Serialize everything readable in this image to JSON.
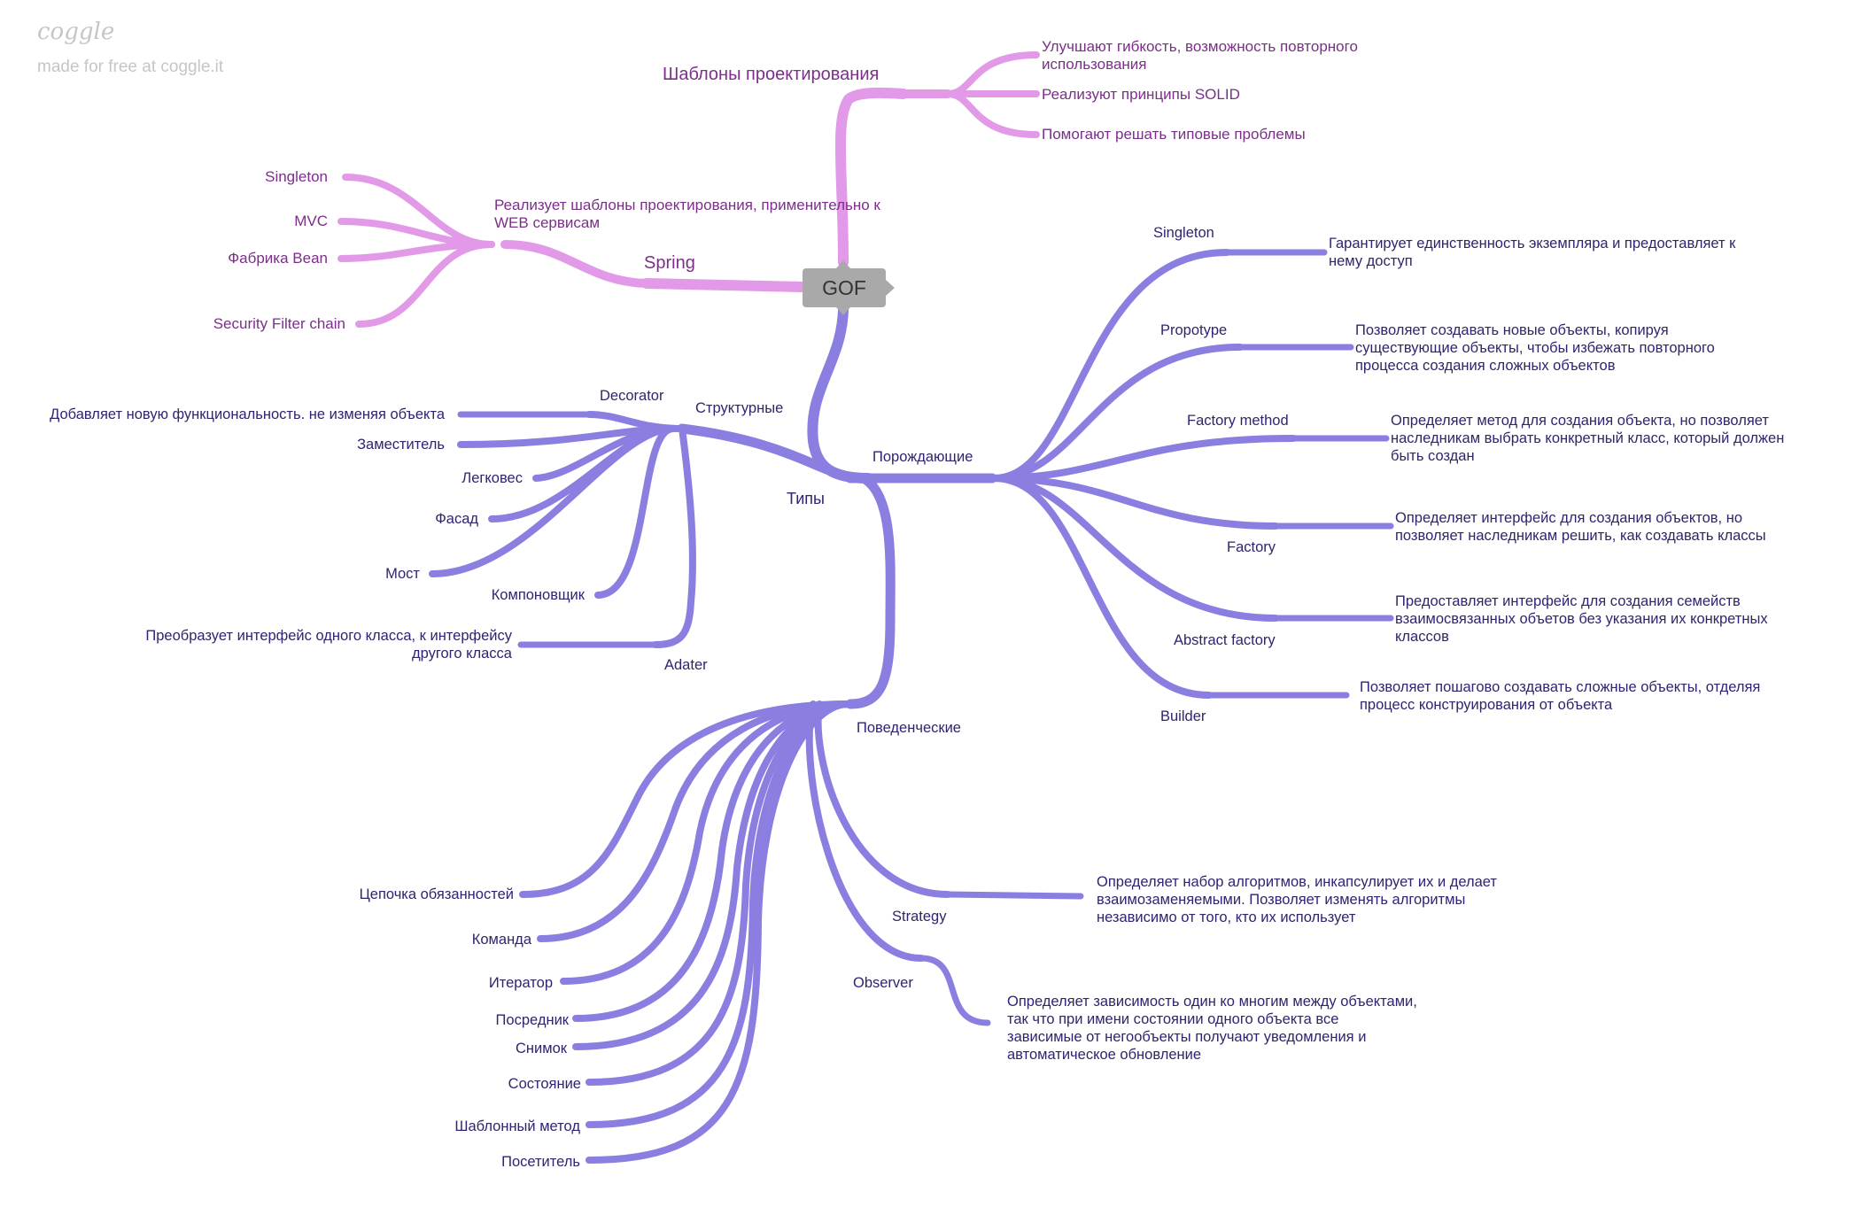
{
  "watermark": {
    "logo": "coggle",
    "note": "made for free at coggle.it"
  },
  "colors": {
    "pink": "#e29ae8",
    "blue": "#8a7fe0",
    "root_fill": "#a9a9a9",
    "pink_text": "#7b2f8a",
    "blue_text": "#2f2470"
  },
  "root": {
    "label": "GOF"
  },
  "patterns": {
    "label": "Шаблоны проектирования",
    "items": [
      "Улучшают гибкость, возможность повторного использования",
      "Реализуют принципы SOLID",
      "Помогают решать типовые проблемы"
    ]
  },
  "spring": {
    "label": "Spring",
    "description": "Реализует шаблоны проектирования, применительно к WEB сервисам",
    "items": [
      "Singleton",
      "MVC",
      "Фабрика Bean",
      "Security Filter chain"
    ]
  },
  "types": {
    "label": "Типы",
    "structural": {
      "label": "Структурные",
      "items": [
        {
          "name": "Decorator",
          "desc": "Добавляет новую функциональность. не изменяя объекта"
        },
        {
          "name": "Заместитель"
        },
        {
          "name": "Легковес"
        },
        {
          "name": "Фасад"
        },
        {
          "name": "Мост"
        },
        {
          "name": "Компоновщик"
        },
        {
          "name": "Adater",
          "desc": "Преобразует интерфейс одного класса, к интерфейсу другого класса"
        }
      ]
    },
    "creational": {
      "label": "Порождающие",
      "items": [
        {
          "name": "Singleton",
          "desc": "Гарантирует единственность экземпляра и предоставляет к нему доступ"
        },
        {
          "name": "Propotype",
          "desc": "Позволяет создавать новые объекты, копируя существующие объекты, чтобы избежать повторного процесса создания сложных объектов"
        },
        {
          "name": "Factory method",
          "desc": "Определяет метод для создания объекта, но позволяет наследникам выбрать конкретный класс, который должен быть создан"
        },
        {
          "name": "Factory",
          "desc": "Определяет интерфейс для создания объектов, но позволяет наследникам решить, как создавать классы"
        },
        {
          "name": "Abstract factory",
          "desc": "Предоставляет интерфейс для создания семейств взаимосвязанных объетов без указания их конкретных классов"
        },
        {
          "name": "Builder",
          "desc": "Позволяет пошагово создавать сложные объекты, отделяя процесс конструирования от объекта"
        }
      ]
    },
    "behavioral": {
      "label": "Поведенческие",
      "items": [
        {
          "name": "Цепочка обязанностей"
        },
        {
          "name": "Команда"
        },
        {
          "name": "Итератор"
        },
        {
          "name": "Посредник"
        },
        {
          "name": "Снимок"
        },
        {
          "name": "Состояние"
        },
        {
          "name": "Шаблонный метод"
        },
        {
          "name": "Посетитель"
        },
        {
          "name": "Strategy",
          "desc": "Определяет набор алгоритмов, инкапсулирует их и делает взаимозаменяемыми. Позволяет изменять алгоритмы независимо от того, кто их использует"
        },
        {
          "name": "Observer",
          "desc": "Определяет зависимость один ко многим между объектами, так что при имени состоянии одного объекта все зависимые от негообъекты получают уведомления и автоматическое обновление"
        }
      ]
    }
  }
}
